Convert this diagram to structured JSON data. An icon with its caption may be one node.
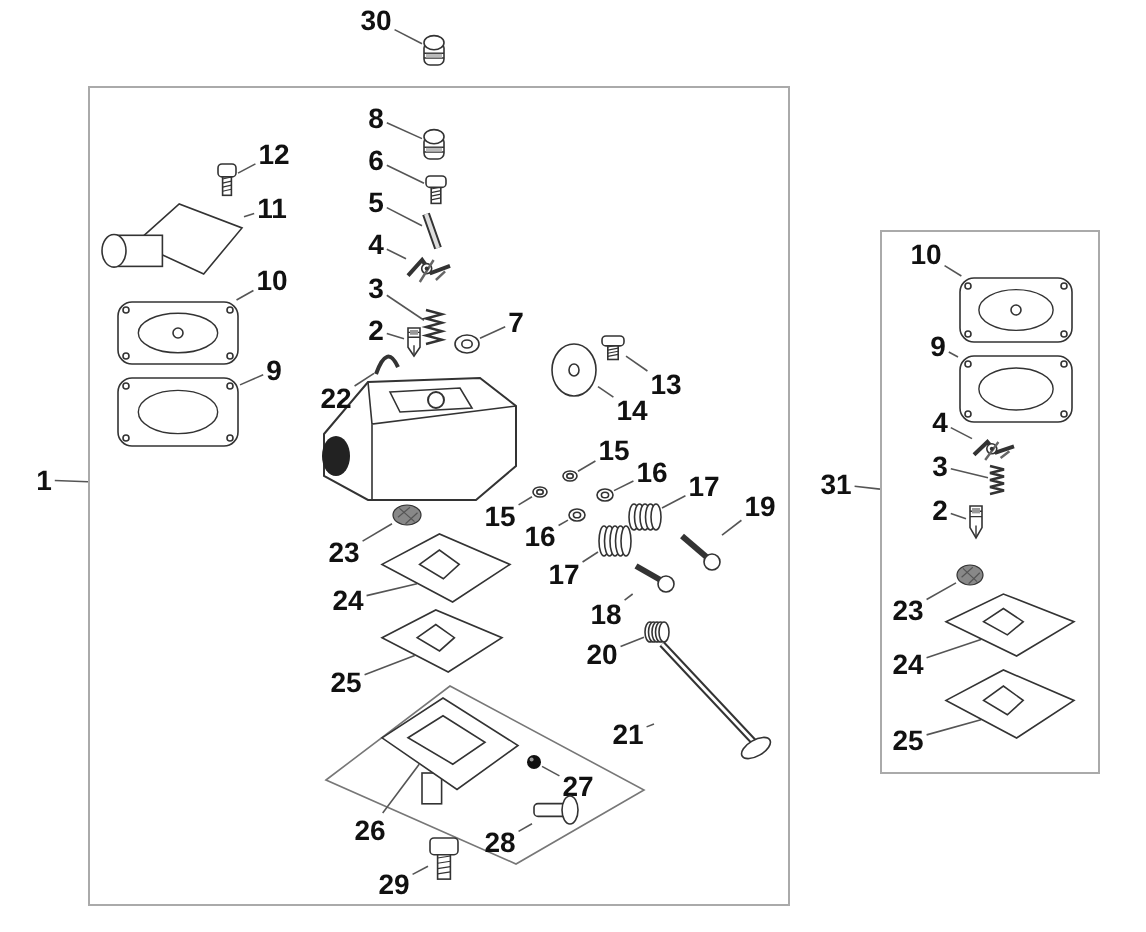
{
  "diagram": {
    "nodes": [
      {
        "text": [
          "30"
        ]
      },
      {
        "text": [],
        "shape": "picture"
      },
      {
        "text": [
          "1"
        ]
      },
      {
        "text": [],
        "shape": "box"
      },
      {
        "text": [
          "8"
        ],
        "in": 3
      },
      {
        "text": [],
        "shape": "picture",
        "in": 3
      },
      {
        "text": [
          "6"
        ],
        "in": 3
      },
      {
        "text": [],
        "shape": "picture",
        "in": 3
      },
      {
        "text": [
          "12"
        ],
        "in": 3
      },
      {
        "text": [],
        "shape": "picture",
        "in": 3
      },
      {
        "text": [
          "11"
        ],
        "in": 3
      },
      {
        "text": [],
        "shape": "picture",
        "in": 3
      },
      {
        "text": [
          "5"
        ],
        "in": 3
      },
      {
        "text": [],
        "shape": "picture",
        "in": 3
      },
      {
        "text": [
          "4"
        ],
        "in": 3
      },
      {
        "text": [],
        "shape": "picture",
        "in": 3
      },
      {
        "text": [
          "10"
        ],
        "in": 3
      },
      {
        "text": [],
        "shape": "picture",
        "in": 3
      },
      {
        "text": [
          "3"
        ],
        "in": 3
      },
      {
        "text": [],
        "shape": "picture",
        "in": 3
      },
      {
        "text": [
          "2"
        ],
        "in": 3
      },
      {
        "text": [],
        "shape": "picture",
        "in": 3
      },
      {
        "text": [
          "7"
        ],
        "in": 3
      },
      {
        "text": [],
        "shape": "picture",
        "in": 3
      },
      {
        "text": [
          "9"
        ],
        "in": 3
      },
      {
        "text": [],
        "shape": "picture",
        "in": 3
      },
      {
        "text": [
          "22"
        ],
        "in": 3
      },
      {
        "text": [],
        "shape": "picture",
        "in": 3
      },
      {
        "text": [
          "13"
        ],
        "in": 3
      },
      {
        "text": [],
        "shape": "picture",
        "in": 3
      },
      {
        "text": [
          "14"
        ],
        "in": 3
      },
      {
        "text": [],
        "shape": "picture",
        "in": 3
      },
      {
        "text": [
          "15"
        ],
        "in": 3
      },
      {
        "text": [],
        "shape": "picture",
        "in": 3
      },
      {
        "text": [
          "16"
        ],
        "in": 3
      },
      {
        "text": [],
        "shape": "picture",
        "in": 3
      },
      {
        "text": [
          "15"
        ],
        "in": 3
      },
      {
        "text": [],
        "shape": "picture",
        "in": 3
      },
      {
        "text": [
          "17"
        ],
        "in": 3
      },
      {
        "text": [],
        "shape": "picture",
        "in": 3
      },
      {
        "text": [
          "16"
        ],
        "in": 3
      },
      {
        "text": [],
        "shape": "picture",
        "in": 3
      },
      {
        "text": [
          "19"
        ],
        "in": 3
      },
      {
        "text": [],
        "shape": "picture",
        "in": 3
      },
      {
        "text": [
          "17"
        ],
        "in": 3
      },
      {
        "text": [],
        "shape": "picture",
        "in": 3
      },
      {
        "text": [
          "23"
        ],
        "in": 3
      },
      {
        "text": [],
        "shape": "circle",
        "in": 3
      },
      {
        "text": [
          "18"
        ],
        "in": 3
      },
      {
        "text": [],
        "shape": "picture",
        "in": 3
      },
      {
        "text": [
          "24"
        ],
        "in": 3
      },
      {
        "text": [],
        "shape": "picture",
        "in": 3
      },
      {
        "text": [
          "20"
        ],
        "in": 3
      },
      {
        "text": [],
        "shape": "picture",
        "in": 3
      },
      {
        "text": [
          "25"
        ],
        "in": 3
      },
      {
        "text": [],
        "shape": "picture",
        "in": 3
      },
      {
        "text": [
          "21"
        ],
        "in": 3
      },
      {
        "text": [],
        "shape": "picture",
        "in": 3
      },
      {
        "text": [
          "27"
        ],
        "in": 3
      },
      {
        "text": [],
        "shape": "circle",
        "in": 3
      },
      {
        "text": [
          "26"
        ],
        "in": 3
      },
      {
        "text": [],
        "shape": "picture",
        "in": 3
      },
      {
        "text": [
          "28"
        ],
        "in": 3
      },
      {
        "text": [],
        "shape": "picture",
        "in": 3
      },
      {
        "text": [
          "29"
        ],
        "in": 3
      },
      {
        "text": [],
        "shape": "picture",
        "in": 3
      },
      {
        "text": [
          "31"
        ]
      },
      {
        "text": [],
        "shape": "box"
      },
      {
        "text": [
          "10"
        ],
        "in": 67
      },
      {
        "text": [],
        "shape": "picture",
        "in": 67
      },
      {
        "text": [
          "9"
        ],
        "in": 67
      },
      {
        "text": [],
        "shape": "picture",
        "in": 67
      },
      {
        "text": [
          "4"
        ],
        "in": 67
      },
      {
        "text": [],
        "shape": "picture",
        "in": 67
      },
      {
        "text": [
          "3"
        ],
        "in": 67
      },
      {
        "text": [],
        "shape": "picture",
        "in": 67
      },
      {
        "text": [
          "2"
        ],
        "in": 67
      },
      {
        "text": [],
        "shape": "picture",
        "in": 67
      },
      {
        "text": [
          "23"
        ],
        "in": 67
      },
      {
        "text": [],
        "shape": "circle",
        "in": 67
      },
      {
        "text": [
          "24"
        ],
        "in": 67
      },
      {
        "text": [],
        "shape": "picture",
        "in": 67
      },
      {
        "text": [
          "25"
        ],
        "in": 67
      },
      {
        "text": [],
        "shape": "picture",
        "in": 67
      }
    ],
    "edges": [
      {
        "from": 0,
        "to": 1,
        "arrow": "none"
      },
      {
        "from": 2,
        "to": 3,
        "arrow": "none"
      },
      {
        "from": 4,
        "to": 5,
        "arrow": "none"
      },
      {
        "from": 6,
        "to": 7,
        "arrow": "none"
      },
      {
        "from": 8,
        "to": 9,
        "arrow": "none"
      },
      {
        "from": 10,
        "to": 11,
        "arrow": "none"
      },
      {
        "from": 12,
        "to": 13,
        "arrow": "none"
      },
      {
        "from": 14,
        "to": 15,
        "arrow": "none"
      },
      {
        "from": 16,
        "to": 17,
        "arrow": "none"
      },
      {
        "from": 18,
        "to": 19,
        "arrow": "none"
      },
      {
        "from": 20,
        "to": 21,
        "arrow": "none"
      },
      {
        "from": 22,
        "to": 23,
        "arrow": "none"
      },
      {
        "from": 24,
        "to": 25,
        "arrow": "none"
      },
      {
        "from": 26,
        "to": 27,
        "arrow": "none"
      },
      {
        "from": 28,
        "to": 29,
        "arrow": "none"
      },
      {
        "from": 30,
        "to": 31,
        "arrow": "none"
      },
      {
        "from": 32,
        "to": 33,
        "arrow": "none"
      },
      {
        "from": 34,
        "to": 35,
        "arrow": "none"
      },
      {
        "from": 36,
        "to": 37,
        "arrow": "none"
      },
      {
        "from": 38,
        "to": 39,
        "arrow": "none"
      },
      {
        "from": 40,
        "to": 41,
        "arrow": "none"
      },
      {
        "from": 42,
        "to": 43,
        "arrow": "none"
      },
      {
        "from": 44,
        "to": 45,
        "arrow": "none"
      },
      {
        "from": 46,
        "to": 47,
        "arrow": "none"
      },
      {
        "from": 48,
        "to": 49,
        "arrow": "none"
      },
      {
        "from": 50,
        "to": 51,
        "arrow": "none"
      },
      {
        "from": 52,
        "to": 53,
        "arrow": "none"
      },
      {
        "from": 54,
        "to": 55,
        "arrow": "none"
      },
      {
        "from": 56,
        "to": 57,
        "arrow": "none"
      },
      {
        "from": 58,
        "to": 59,
        "arrow": "none"
      },
      {
        "from": 60,
        "to": 61,
        "arrow": "none"
      },
      {
        "from": 62,
        "to": 63,
        "arrow": "none"
      },
      {
        "from": 64,
        "to": 65,
        "arrow": "none"
      },
      {
        "from": 66,
        "to": 67,
        "arrow": "none"
      },
      {
        "from": 68,
        "to": 69,
        "arrow": "none"
      },
      {
        "from": 70,
        "to": 71,
        "arrow": "none"
      },
      {
        "from": 72,
        "to": 73,
        "arrow": "none"
      },
      {
        "from": 74,
        "to": 75,
        "arrow": "none"
      },
      {
        "from": 76,
        "to": 77,
        "arrow": "none"
      },
      {
        "from": 78,
        "to": 79,
        "arrow": "none"
      },
      {
        "from": 80,
        "to": 81,
        "arrow": "none"
      },
      {
        "from": 82,
        "to": 83,
        "arrow": "none"
      }
    ]
  }
}
